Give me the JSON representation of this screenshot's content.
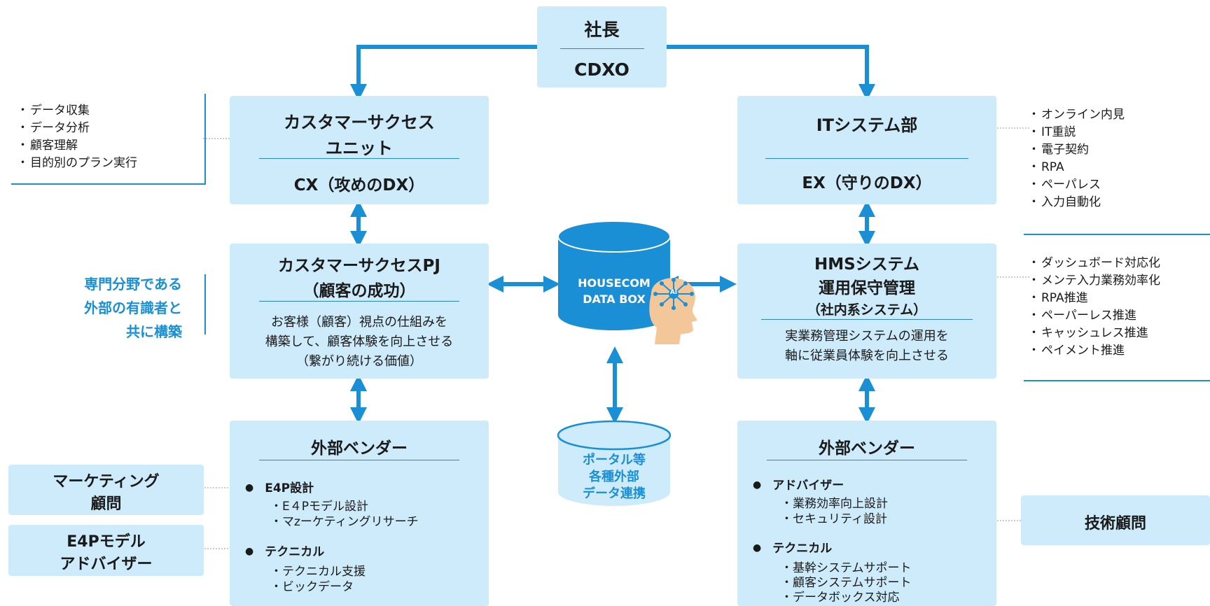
{
  "president": {
    "title": "社長",
    "sub": "CDXO"
  },
  "cx_unit": {
    "title_line1": "カスタマーサクセス",
    "title_line2": "ユニット",
    "sub": "CX（攻めのDX）"
  },
  "it_dept": {
    "title": "ITシステム部",
    "sub": "EX（守りのDX）"
  },
  "cs_pj": {
    "title_line1": "カスタマーサクセスPJ",
    "title_line2": "（顧客の成功）",
    "desc_line1": "お客様（顧客）視点の仕組みを",
    "desc_line2": "構築して、顧客体験を向上させる",
    "desc_line3": "（繋がり続ける価値）"
  },
  "hms": {
    "title_line1": "HMSシステム",
    "title_line2": "運用保守管理",
    "title_line3": "（社内系システム）",
    "desc_line1": "実業務管理システムの運用を",
    "desc_line2": "軸に従業員体験を向上させる"
  },
  "databox": {
    "line1": "HOUSECOM",
    "line2": "DATA BOX",
    "ai_label": "AI"
  },
  "portal": {
    "line1": "ポータル等",
    "line2": "各種外部",
    "line3": "データ連携"
  },
  "vendor_left": {
    "title": "外部ベンダー",
    "group1": "E4P設計",
    "group1_items": [
      "E４Pモデル設計",
      "マzーケティングリサーチ"
    ],
    "group2": "テクニカル",
    "group2_items": [
      "テクニカル支援",
      "ビックデータ"
    ]
  },
  "vendor_right": {
    "title": "外部ベンダー",
    "group1": "アドバイザー",
    "group1_items": [
      "業務効率向上設計",
      "セキュリティ設計"
    ],
    "group2": "テクニカル",
    "group2_items": [
      "基幹システムサポート",
      "顧客システムサポート",
      "データボックス対応"
    ]
  },
  "left_list": [
    "データ収集",
    "データ分析",
    "顧客理解",
    "目的別のプラン実行"
  ],
  "right_list_1": [
    "オンライン内見",
    "IT重説",
    "電子契約",
    "RPA",
    "ペーパレス",
    "入力自動化"
  ],
  "right_list_2": [
    "ダッシュボード対応化",
    "メンテ入力業務効率化",
    "RPA推進",
    "ペーパーレス推進",
    "キャッシュレス推進",
    "ペイメント推進"
  ],
  "experts": {
    "line1": "専門分野である",
    "line2": "外部の有識者と",
    "line3": "共に構築"
  },
  "marketing": {
    "line1": "マーケティング",
    "line2": "顧問"
  },
  "e4p_adviser": {
    "line1": "E4Pモデル",
    "line2": "アドバイザー"
  },
  "tech_adviser": "技術顧問",
  "colors": {
    "box": "#cdebfa",
    "accent": "#1a8fd6",
    "rule": "#2a86c8"
  }
}
